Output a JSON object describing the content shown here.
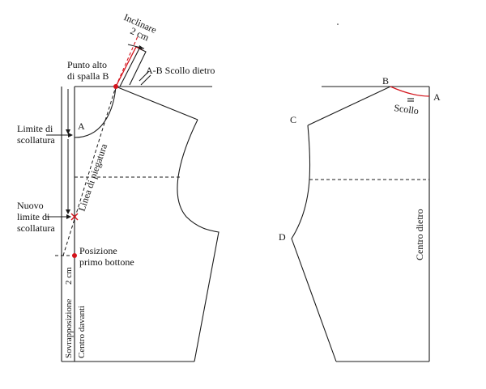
{
  "front": {
    "inclinare": "Inclinare",
    "inclinare_value": "2 cm",
    "punto_alto_line1": "Punto alto",
    "punto_alto_line2": "di spalla B",
    "ab_scollo": "A-B Scollo dietro",
    "point_a": "A",
    "limite_line1": "Limite di",
    "limite_line2": "scollatura",
    "linea_piegatura": "Linea di piegatura",
    "nuovo_line1": "Nuovo",
    "nuovo_line2": "limite di",
    "nuovo_line3": "scollatura",
    "posizione_line1": "Posizione",
    "posizione_line2": "primo bottone",
    "sovrapposizione": "Sovrapposizione",
    "sovrapposizione_value": "2 cm",
    "centro_davanti": "Centro davanti"
  },
  "back": {
    "point_b": "B",
    "point_a": "A",
    "scollo": "Scollo",
    "point_c": "C",
    "point_d": "D",
    "centro_dietro": "Centro dietro"
  },
  "colors": {
    "accent_red": "#d4141c",
    "line": "#1a1a1a"
  }
}
